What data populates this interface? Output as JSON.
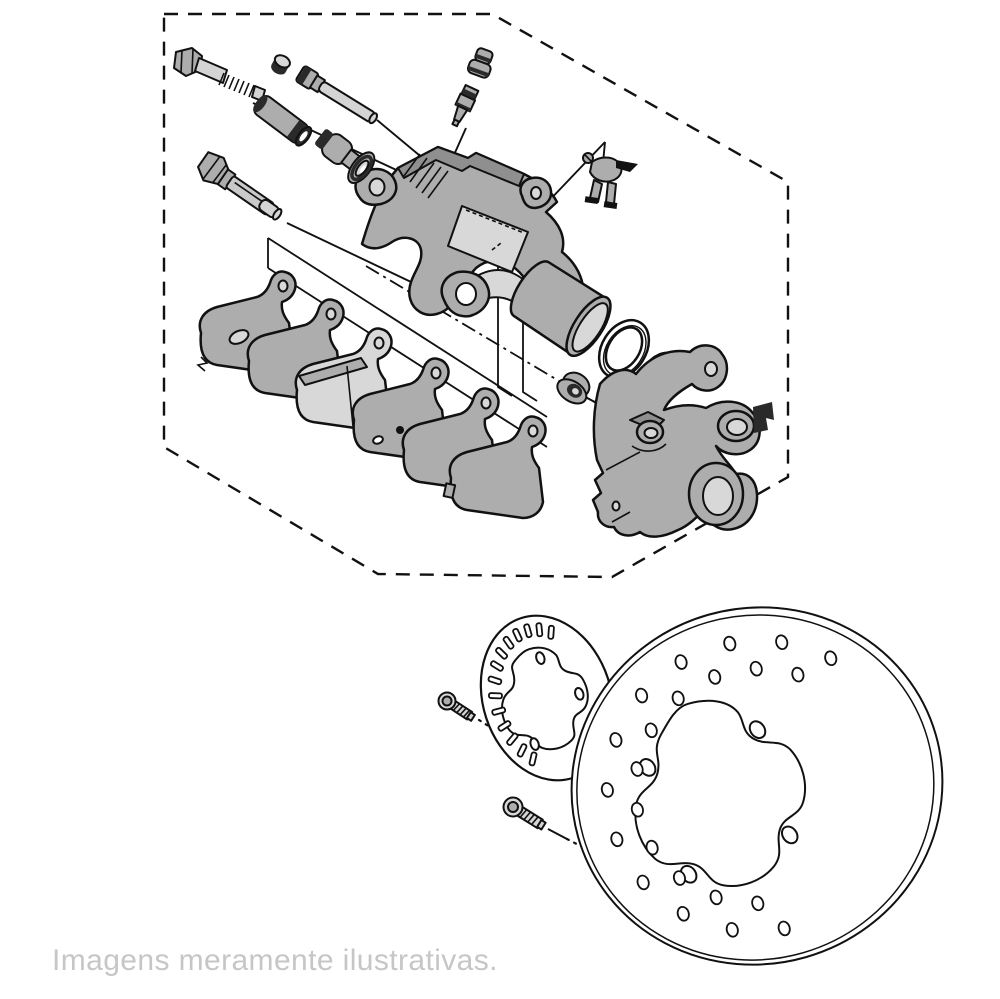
{
  "image": {
    "type": "exploded-parts-diagram",
    "subject": "Rear brake caliper and brake disc assembly",
    "background": "#ffffff"
  },
  "caption": {
    "text": "Imagens meramente ilustrativas.",
    "color": "#c6c6c6"
  },
  "colors": {
    "outline": "#111111",
    "part_fill": "#adadad",
    "part_highlight": "#d8d8d8",
    "part_shadow": "#8f8f8f",
    "detail_dark": "#2a2a2a",
    "boundary_dash": "#111111"
  },
  "parts": [
    {
      "id": "assembly-boundary",
      "label": "dashed assembly boundary"
    },
    {
      "id": "pivot-bolt-upper",
      "label": "upper caliper pin bolt"
    },
    {
      "id": "dust-cover-cap",
      "label": "small cap"
    },
    {
      "id": "slide-pin",
      "label": "caliper slide pin"
    },
    {
      "id": "pin-boot",
      "label": "slide pin boot"
    },
    {
      "id": "pin-bushing",
      "label": "pin bushing with flange"
    },
    {
      "id": "pivot-bolt-lower",
      "label": "lower caliper pin bolt"
    },
    {
      "id": "bleed-screw-cap",
      "label": "bleed screw cap"
    },
    {
      "id": "bleed-screw",
      "label": "bleed screw"
    },
    {
      "id": "hose-clamp",
      "label": "brake hose clamp"
    },
    {
      "id": "caliper-body",
      "label": "brake caliper body"
    },
    {
      "id": "pad-shim-outer",
      "label": "outer pad shim"
    },
    {
      "id": "brake-pad-outer",
      "label": "outer brake pad"
    },
    {
      "id": "pad-with-spring",
      "label": "brake pad with retainer spring"
    },
    {
      "id": "brake-pad-inner",
      "label": "inner brake pad"
    },
    {
      "id": "brake-pad-extra",
      "label": "brake pad plate"
    },
    {
      "id": "pad-shim-inner",
      "label": "inner pad shim"
    },
    {
      "id": "piston",
      "label": "caliper piston"
    },
    {
      "id": "piston-seal",
      "label": "piston seal"
    },
    {
      "id": "dust-seal",
      "label": "dust seal"
    },
    {
      "id": "piston-boot-cap",
      "label": "piston boot cap"
    },
    {
      "id": "caliper-bracket",
      "label": "caliper mounting bracket"
    },
    {
      "id": "abs-sensor-ring",
      "label": "ABS sensor ring"
    },
    {
      "id": "sensor-ring-bolt",
      "label": "sensor ring bolt"
    },
    {
      "id": "disc-bolt",
      "label": "brake disc bolt"
    },
    {
      "id": "brake-disc",
      "label": "rear brake disc"
    }
  ]
}
